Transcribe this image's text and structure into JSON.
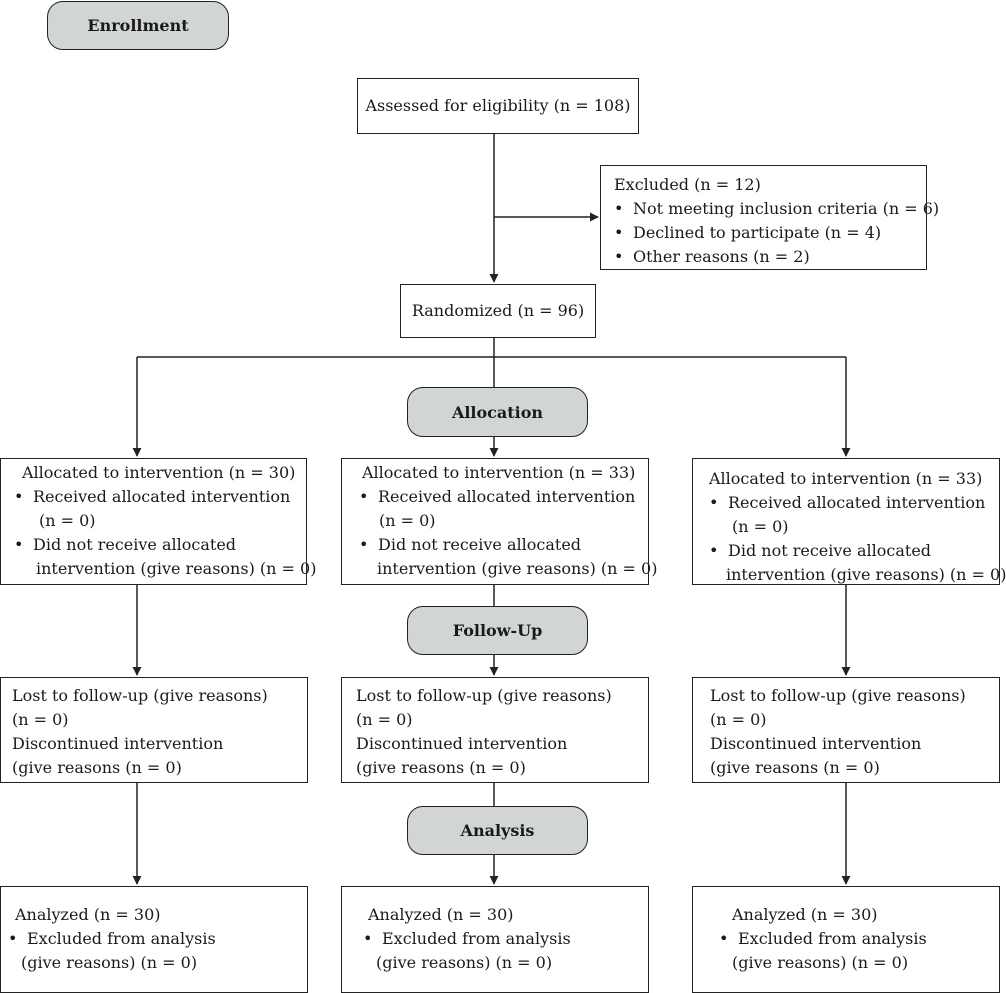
{
  "stages": {
    "enrollment": "Enrollment",
    "allocation": "Allocation",
    "follow_up": "Follow-Up",
    "analysis": "Analysis"
  },
  "assessed": "Assessed for eligibility (n = 108)",
  "excluded": {
    "title": "Excluded (n = 12)",
    "items": [
      "Not meeting inclusion criteria (n = 6)",
      "Declined to participate (n = 4)",
      "Other reasons (n = 2)"
    ]
  },
  "randomized": "Randomized (n = 96)",
  "arms": [
    {
      "allocated": "Allocated to intervention (n = 30)",
      "received_a": "Received allocated intervention",
      "received_b": "(n = 0)",
      "not_received_a": "Did not receive allocated",
      "not_received_b": "intervention (give reasons) (n = 0)",
      "lost_a": "Lost to follow-up (give reasons)",
      "lost_b": "(n = 0)",
      "discontinued_a": "Discontinued intervention",
      "discontinued_b": "(give reasons (n = 0)",
      "analyzed": "Analyzed (n = 30)",
      "excluded_a": "Excluded from analysis",
      "excluded_b": "(give reasons) (n = 0)"
    },
    {
      "allocated": "Allocated to intervention (n = 33)",
      "received_a": "Received allocated intervention",
      "received_b": "(n = 0)",
      "not_received_a": "Did not receive allocated",
      "not_received_b": "intervention (give reasons) (n = 0)",
      "lost_a": "Lost to follow-up (give reasons)",
      "lost_b": "(n = 0)",
      "discontinued_a": "Discontinued intervention",
      "discontinued_b": "(give reasons (n = 0)",
      "analyzed": "Analyzed (n = 30)",
      "excluded_a": "Excluded from analysis",
      "excluded_b": "(give reasons) (n = 0)"
    },
    {
      "allocated": "Allocated to intervention (n = 33)",
      "received_a": "Received allocated intervention",
      "received_b": "(n = 0)",
      "not_received_a": "Did not receive allocated",
      "not_received_b": "intervention (give reasons) (n = 0)",
      "lost_a": "Lost to follow-up (give reasons)",
      "lost_b": "(n = 0)",
      "discontinued_a": "Discontinued intervention",
      "discontinued_b": "(give reasons (n = 0)",
      "analyzed": "Analyzed (n = 30)",
      "excluded_a": "Excluded from analysis",
      "excluded_b": "(give reasons) (n = 0)"
    }
  ],
  "colors": {
    "stage_fill": "#d2d6d2",
    "border": "#222222",
    "text": "#1a1a1a"
  }
}
